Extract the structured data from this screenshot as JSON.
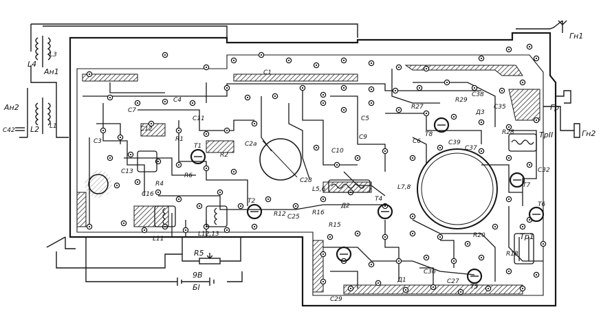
{
  "diagram": {
    "labels": {
      "gn1": "Гн1",
      "gn2": "Гн2",
      "an1": "Ан1",
      "an2": "Ан2",
      "gr": "Гр",
      "l1": "L1",
      "l2": "L2",
      "l3": "L3",
      "l4": "L4",
      "c42": "С42",
      "c1": "С1",
      "c3": "С3",
      "c4": "С4",
      "c5": "С5",
      "c6": "С6",
      "c7": "С7",
      "c9": "С9",
      "c10": "С10",
      "c11": "С11",
      "c12": "С12",
      "c13": "С13",
      "c16": "С16",
      "c2a": "С2а",
      "c28": "С28",
      "c25": "С25",
      "c27": "С27",
      "c29": "С29",
      "c32": "С32",
      "c35": "С35",
      "c36": "С36",
      "c37": "С37",
      "c38": "С38",
      "c39": "С39",
      "r1": "R1",
      "r2": "R2",
      "r4": "R4",
      "r5": "R5",
      "r6": "R6",
      "r12": "R12",
      "r15": "R15",
      "r16": "R16",
      "r18": "R18",
      "r20": "R20",
      "r27": "R27",
      "r28": "R28",
      "r29": "R29",
      "t1": "Т1",
      "t2": "Т2",
      "t4": "Т4",
      "t5": "Т5",
      "t6": "Т6",
      "t7": "Т7",
      "t8": "Т8",
      "d1": "Д1",
      "d2": "Д2",
      "d3": "Д3",
      "tr1": "Тр1",
      "tr2": "ТрII",
      "l78": "L7,8",
      "l56": "L5,6",
      "l11": "L11",
      "l1213": "L12,13",
      "battery_v": "9В",
      "battery_n": "БІ"
    }
  },
  "colors": {
    "ink": "#161616",
    "hatch": "#3a3a3a",
    "paper": "#ffffff"
  }
}
